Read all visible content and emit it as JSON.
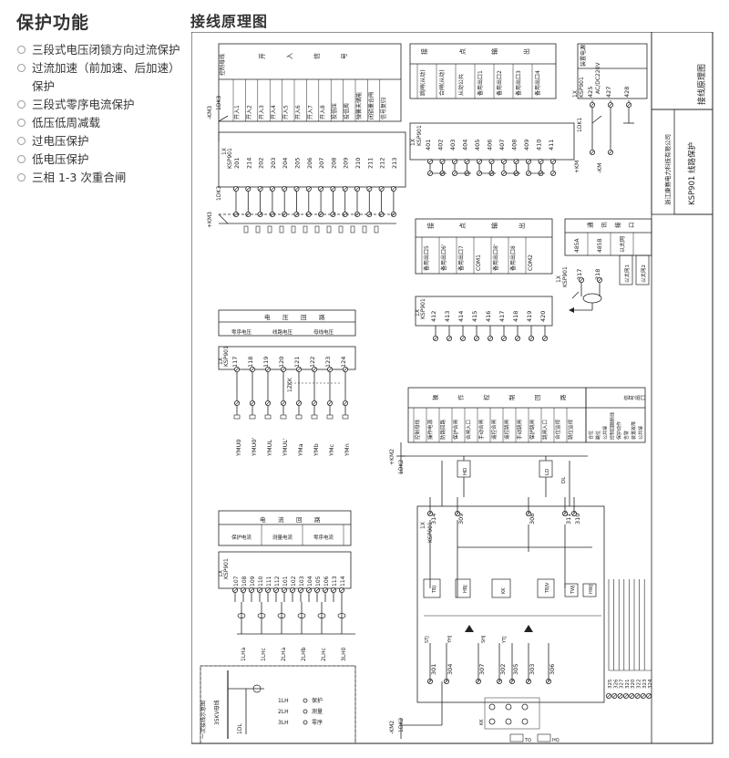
{
  "left_panel": {
    "heading": "保护功能",
    "features": [
      "三段式电压闭锁方向过流保护",
      "过流加速（前加速、后加速）保护",
      "三段式零序电流保护",
      "低压低周减载",
      "过电压保护",
      "低电压保护",
      "三相 1-3 次重合闸"
    ]
  },
  "right_title": "接线原理图",
  "title_block": {
    "drawing_title": "接线原理图",
    "company": "浙江康赛电力科技有限公司",
    "subtitle": "KSP901 线路保护"
  },
  "blocks": {
    "input_header": [
      "控制母线",
      "开",
      "入",
      "信",
      "号"
    ],
    "input_cols": [
      "开入1",
      "开入2",
      "开入3",
      "开入4",
      "开入5",
      "开入6",
      "开入7",
      "开入8",
      "投低压",
      "投低周",
      "弹簧未储能",
      "闭锁重合闸",
      "信号复归"
    ],
    "input_terms": [
      "201",
      "214",
      "202",
      "203",
      "204",
      "205",
      "206",
      "207",
      "208",
      "209",
      "210",
      "211",
      "212",
      "213"
    ],
    "kswitch": [
      "-KM3",
      "1DK3",
      "+KM3",
      "1DK3"
    ],
    "relay_out_header": [
      "接",
      "点",
      "输",
      "出"
    ],
    "relay_out_cols": [
      "跳闸(从动)",
      "合闸(从动)",
      "从动公共",
      "备用出口1",
      "备用出口2",
      "备用出口3",
      "备用出口4"
    ],
    "relay_out_terms": [
      "401",
      "402",
      "403",
      "404",
      "405",
      "406",
      "407",
      "408",
      "409",
      "410",
      "411"
    ],
    "power_header": [
      "装置电源",
      "AC/DC220V"
    ],
    "power_terms": [
      "425",
      "427",
      "428"
    ],
    "power_labels": [
      "1DK1",
      "+KM",
      "-KM",
      "1X",
      "KSP901"
    ],
    "relay_out2_header": [
      "接",
      "点",
      "输",
      "出"
    ],
    "relay_out2_cols": [
      "备用出口5",
      "备用出口6'",
      "备用出口7",
      "COM1",
      "备用出口8'",
      "备用出口8",
      "COM2"
    ],
    "relay_out2_terms": [
      "412",
      "413",
      "414",
      "415",
      "416",
      "417",
      "418",
      "419",
      "420"
    ],
    "comm_header": [
      "通",
      "讯",
      "接",
      "口"
    ],
    "comm_cols": [
      "485A",
      "485B",
      "以太网"
    ],
    "comm_terms": [
      "217",
      "218"
    ],
    "comm_ports": [
      "以太网1",
      "以太网2"
    ],
    "voltage_header": [
      "电",
      "压",
      "回",
      "路"
    ],
    "voltage_groups": [
      "零序电压",
      "线路电压",
      "母线电压"
    ],
    "voltage_terms": [
      "117",
      "118",
      "119",
      "120",
      "121",
      "122",
      "123",
      "124"
    ],
    "voltage_bottom": [
      "YMU0",
      "YMU0'",
      "YMUL",
      "YMUL'",
      "YMa",
      "YMb",
      "YMc",
      "YMn"
    ],
    "voltage_switch": "1ZKK",
    "control_header": [
      "操",
      "作",
      "控",
      "制",
      "回",
      "路"
    ],
    "control_cols": [
      "控制母线",
      "操作电源",
      "防跳回路",
      "保护合闸",
      "合闸入口",
      "手动合闸",
      "遥控合闸",
      "遥控跳闸",
      "手动跳闸",
      "保护跳闸",
      "跳闸入口",
      "合位监视",
      "跳位监视"
    ],
    "signal_header": [
      "信",
      "号",
      "出",
      "口"
    ],
    "signal_cols": [
      "合位",
      "跳位",
      "公共端",
      "控制回路断线",
      "保护动作",
      "告警",
      "装置故障",
      "公共端"
    ],
    "control_terms": [
      "314",
      "309",
      "308",
      "311",
      "310"
    ],
    "control_terms_bottom": [
      "301",
      "304",
      "307",
      "302",
      "305",
      "303",
      "306"
    ],
    "signal_terms": [
      "325",
      "326",
      "327",
      "321",
      "320",
      "322",
      "323",
      "324"
    ],
    "control_labels": [
      "+KM2",
      "1DK2",
      "-KM2",
      "1DK2",
      "HD",
      "LD",
      "DL",
      "TBJ",
      "TBJV",
      "HBJ",
      "KK",
      "HWJ",
      "TWJ",
      "YHJ",
      "YTJ",
      "STJ",
      "SHJ",
      "TQ",
      "HQ",
      "1X",
      "KSP901"
    ],
    "current_header": [
      "电",
      "流",
      "回",
      "路"
    ],
    "current_groups": [
      "保护电流",
      "测量电流",
      "零序电流"
    ],
    "current_terms_top": [
      "107",
      "108",
      "109",
      "110",
      "111",
      "112",
      "101",
      "102",
      "103",
      "104",
      "105",
      "106",
      "113",
      "114"
    ],
    "current_bottom": [
      "1LHa",
      "1LHc",
      "2LHa",
      "2LHb",
      "2LHc",
      "3LH0"
    ],
    "oneline_title": "一次接线示意图",
    "oneline_bus": "35KV母线",
    "oneline_items": [
      "1DL",
      "1LH",
      "2LH",
      "3LH",
      "保护",
      "测量",
      "零序"
    ]
  },
  "colors": {
    "line": "#222222",
    "frame": "#333333",
    "text": "#222222",
    "bullet": "#9a9a9a"
  }
}
